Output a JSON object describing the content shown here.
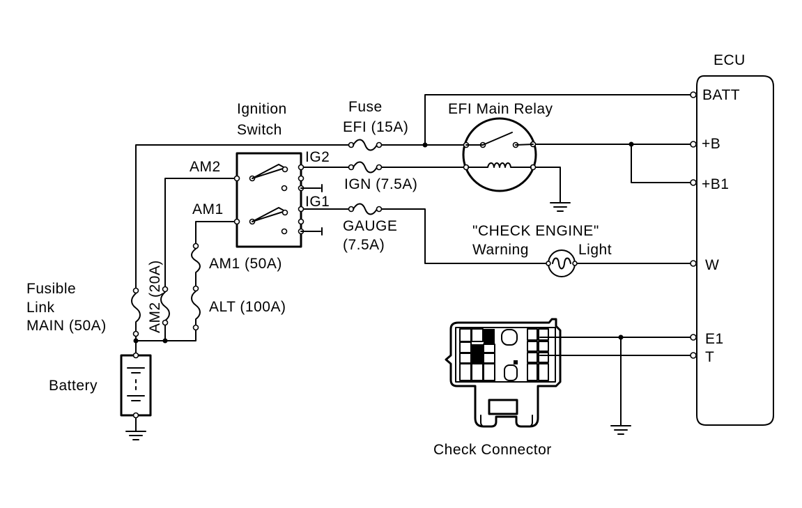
{
  "ecu": {
    "title": "ECU",
    "terminals": {
      "batt": "BATT",
      "b": "+B",
      "b1": "+B1",
      "w": "W",
      "e1": "E1",
      "t": "T"
    }
  },
  "ignition_switch": {
    "line1": "Ignition",
    "line2": "Switch",
    "am2": "AM2",
    "am1": "AM1",
    "ig2": "IG2",
    "ig1": "IG1"
  },
  "fuses": {
    "fuse_word": "Fuse",
    "efi": "EFI (15A)",
    "ign": "IGN (7.5A)",
    "gauge_line1": "GAUGE",
    "gauge_line2": "(7.5A)"
  },
  "relay": {
    "label": "EFI Main Relay"
  },
  "check_engine": {
    "line1": "\"CHECK ENGINE\"",
    "line2a": "Warning",
    "line2b": "Light"
  },
  "fusible_links": {
    "am1": "AM1 (50A)",
    "alt": "ALT (100A)",
    "am2": "AM2 (20A)",
    "main_line1": "Fusible",
    "main_line2": "Link",
    "main_line3": "MAIN (50A)"
  },
  "battery": {
    "label": "Battery"
  },
  "check_connector": {
    "label": "Check Connector"
  }
}
